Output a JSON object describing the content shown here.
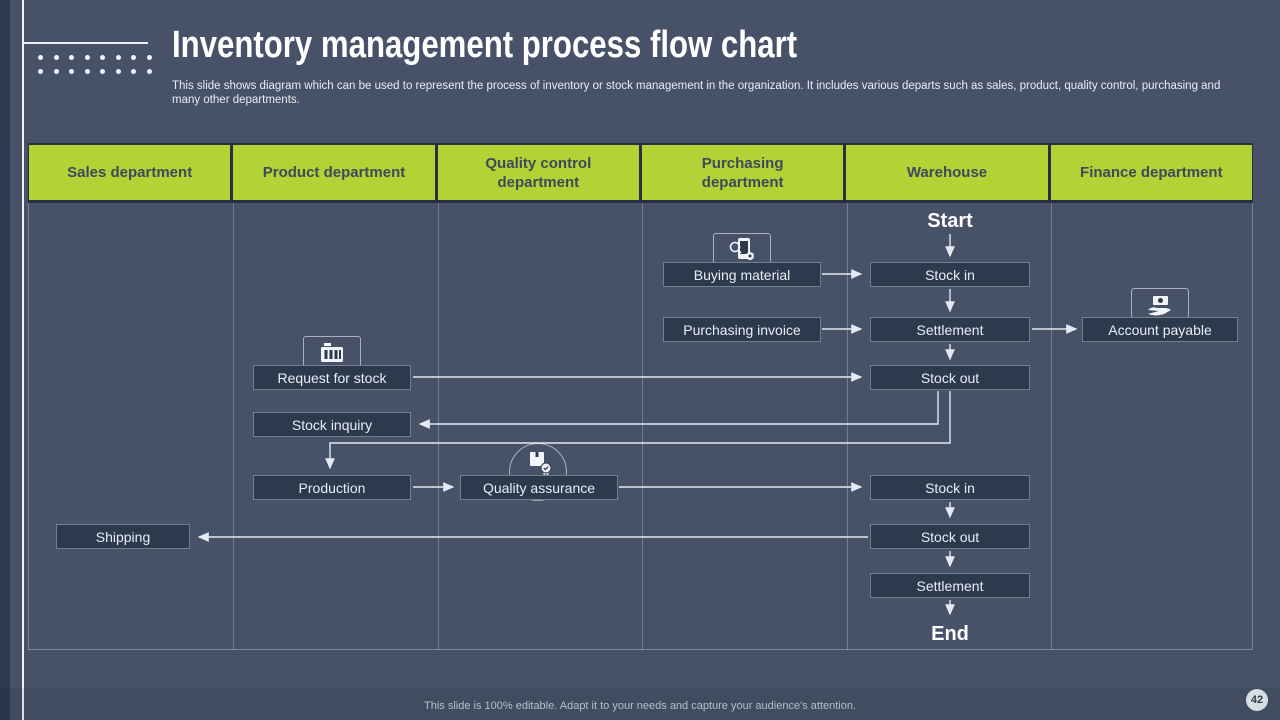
{
  "slide": {
    "title": "Inventory management process flow chart",
    "subtitle": "This slide shows diagram which can be used to represent the process of inventory or stock management in the organization. It includes various departs such as sales, product, quality control, purchasing and many other departments.",
    "footer": "This slide is 100% editable. Adapt it to your needs and capture your audience's attention.",
    "page_number": "42"
  },
  "colors": {
    "background": "#475269",
    "accent_green": "#b3d236",
    "node_fill": "#2d3a4d",
    "connector": "#e4eaf2",
    "header_text": "#3e4a5a"
  },
  "table": {
    "columns": [
      "Sales department",
      "Product department",
      "Quality control department",
      "Purchasing department",
      "Warehouse",
      "Finance department"
    ]
  },
  "flow": {
    "start_label": "Start",
    "end_label": "End",
    "nodes": {
      "buying_material": {
        "label": "Buying material",
        "column": "Purchasing department"
      },
      "purchasing_invoice": {
        "label": "Purchasing invoice",
        "column": "Purchasing department"
      },
      "stock_in_1": {
        "label": "Stock in",
        "column": "Warehouse"
      },
      "settlement_1": {
        "label": "Settlement",
        "column": "Warehouse"
      },
      "stock_out_1": {
        "label": "Stock out",
        "column": "Warehouse"
      },
      "account_payable": {
        "label": "Account payable",
        "column": "Finance department"
      },
      "request_for_stock": {
        "label": "Request for stock",
        "column": "Product department"
      },
      "stock_inquiry": {
        "label": "Stock inquiry",
        "column": "Product department"
      },
      "production": {
        "label": "Production",
        "column": "Product department"
      },
      "quality_assurance": {
        "label": "Quality assurance",
        "column": "Quality control department"
      },
      "stock_in_2": {
        "label": "Stock in",
        "column": "Warehouse"
      },
      "stock_out_2": {
        "label": "Stock out",
        "column": "Warehouse"
      },
      "settlement_2": {
        "label": "Settlement",
        "column": "Warehouse"
      },
      "shipping": {
        "label": "Shipping",
        "column": "Sales department"
      }
    },
    "edges": [
      {
        "from": "Start",
        "to": "Stock in"
      },
      {
        "from": "Buying material",
        "to": "Stock in"
      },
      {
        "from": "Stock in",
        "to": "Settlement"
      },
      {
        "from": "Purchasing invoice",
        "to": "Settlement"
      },
      {
        "from": "Settlement",
        "to": "Stock out"
      },
      {
        "from": "Settlement",
        "to": "Account payable"
      },
      {
        "from": "Request for stock",
        "to": "Stock out"
      },
      {
        "from": "Stock out",
        "to": "Stock inquiry"
      },
      {
        "from": "Stock out",
        "to": "Production"
      },
      {
        "from": "Production",
        "to": "Quality assurance"
      },
      {
        "from": "Quality assurance",
        "to": "Stock in (lower)"
      },
      {
        "from": "Stock in (lower)",
        "to": "Stock out (lower)"
      },
      {
        "from": "Stock out (lower)",
        "to": "Shipping"
      },
      {
        "from": "Stock out (lower)",
        "to": "Settlement (lower)"
      },
      {
        "from": "Settlement (lower)",
        "to": "End"
      }
    ],
    "icons": [
      "procurement-icon",
      "factory-icon",
      "quality-badge-icon",
      "hand-money-icon"
    ]
  }
}
